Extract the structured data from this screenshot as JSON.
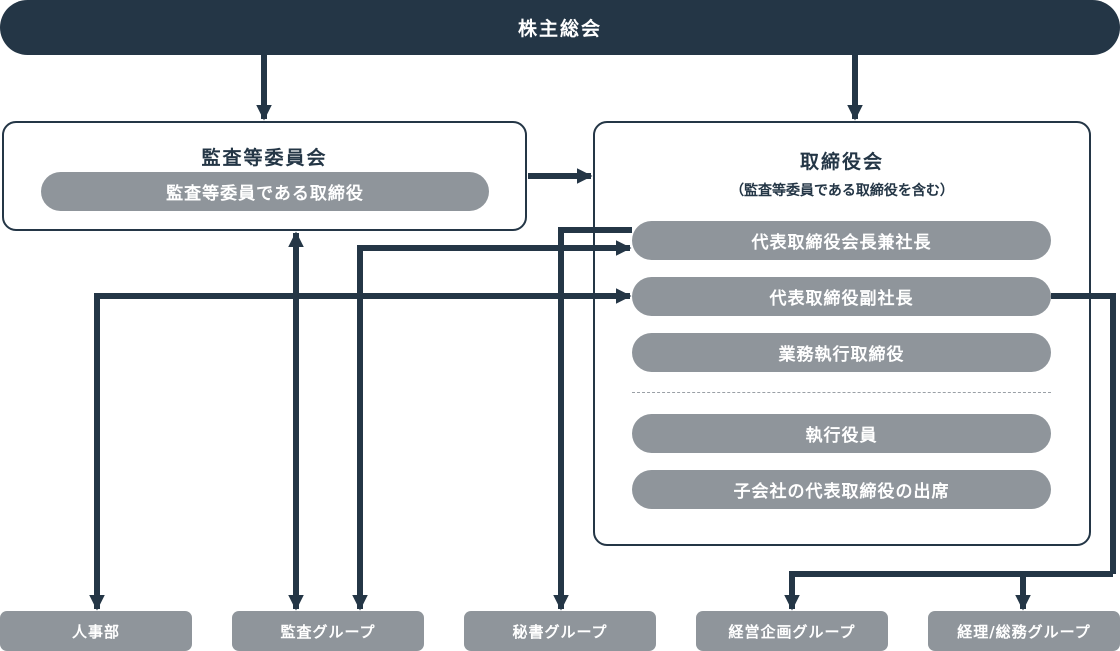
{
  "top": {
    "label": "株主総会"
  },
  "audit_committee": {
    "title": "監査等委員会",
    "member": "監査等委員である取締役"
  },
  "board": {
    "title": "取締役会",
    "subtitle": "（監査等委員である取締役を含む）",
    "members": [
      "代表取締役会長兼社長",
      "代表取締役副社長",
      "業務執行取締役"
    ],
    "attendees": [
      "執行役員",
      "子会社の代表取締役の出席"
    ]
  },
  "departments": [
    "人事部",
    "監査グループ",
    "秘書グループ",
    "経営企画グループ",
    "経理/総務グループ"
  ],
  "colors": {
    "navy": "#243646",
    "gray": "#8f959b",
    "white": "#ffffff"
  }
}
